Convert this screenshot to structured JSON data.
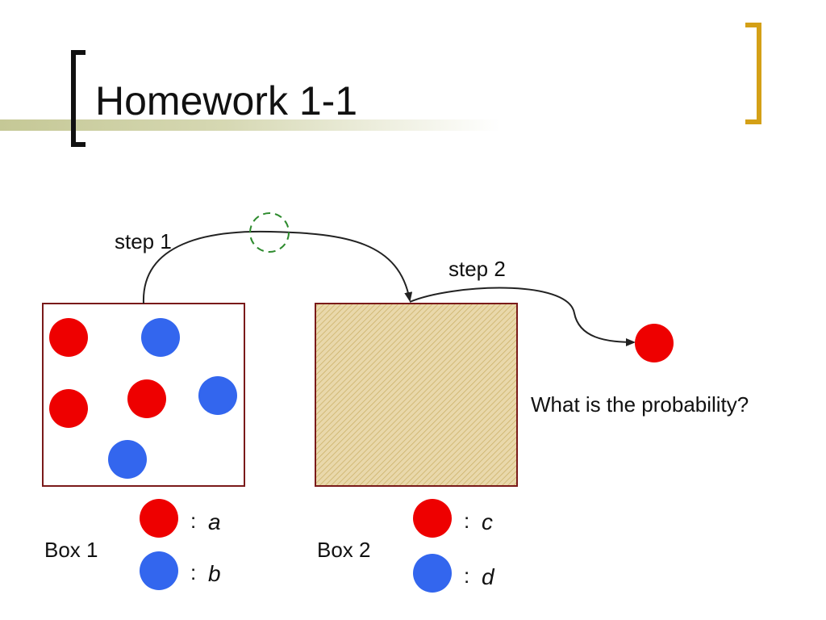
{
  "slide": {
    "title": "Homework 1-1"
  },
  "diagram": {
    "step1_label": "step 1",
    "step2_label": "step 2",
    "question": "What is the probability?",
    "box1": {
      "label": "Box 1",
      "legend": [
        {
          "color": "red",
          "separator": ":",
          "symbol": "a"
        },
        {
          "color": "blue",
          "separator": ":",
          "symbol": "b"
        }
      ]
    },
    "box2": {
      "label": "Box 2",
      "legend": [
        {
          "color": "red",
          "separator": ":",
          "symbol": "c"
        },
        {
          "color": "blue",
          "separator": ":",
          "symbol": "d"
        }
      ]
    }
  },
  "colors": {
    "red_ball": "#ee0000",
    "blue_ball": "#3366ee",
    "box_border": "#7a1a1a",
    "box2_fill": "#e8d6a6",
    "dashed_circle": "#2e8b2e",
    "title_accent": "#d4a017"
  }
}
